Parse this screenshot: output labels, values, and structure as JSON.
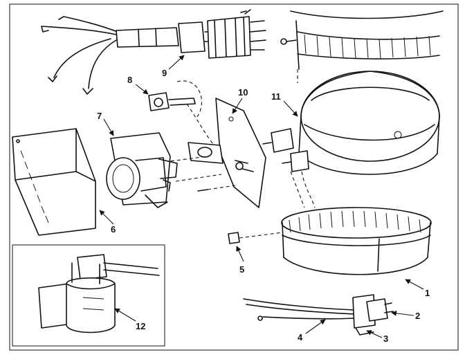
{
  "diagram": {
    "type": "exploded-parts-diagram",
    "ink_color": "#111111",
    "background_color": "#ffffff",
    "callouts": [
      {
        "id": "c1",
        "label": "1"
      },
      {
        "id": "c2",
        "label": "2"
      },
      {
        "id": "c3",
        "label": "3"
      },
      {
        "id": "c4",
        "label": "4"
      },
      {
        "id": "c5",
        "label": "5"
      },
      {
        "id": "c6",
        "label": "6"
      },
      {
        "id": "c7",
        "label": "7"
      },
      {
        "id": "c8",
        "label": "8"
      },
      {
        "id": "c9",
        "label": "9"
      },
      {
        "id": "c10",
        "label": "10"
      },
      {
        "id": "c11",
        "label": "11"
      },
      {
        "id": "c12",
        "label": "12"
      }
    ]
  }
}
